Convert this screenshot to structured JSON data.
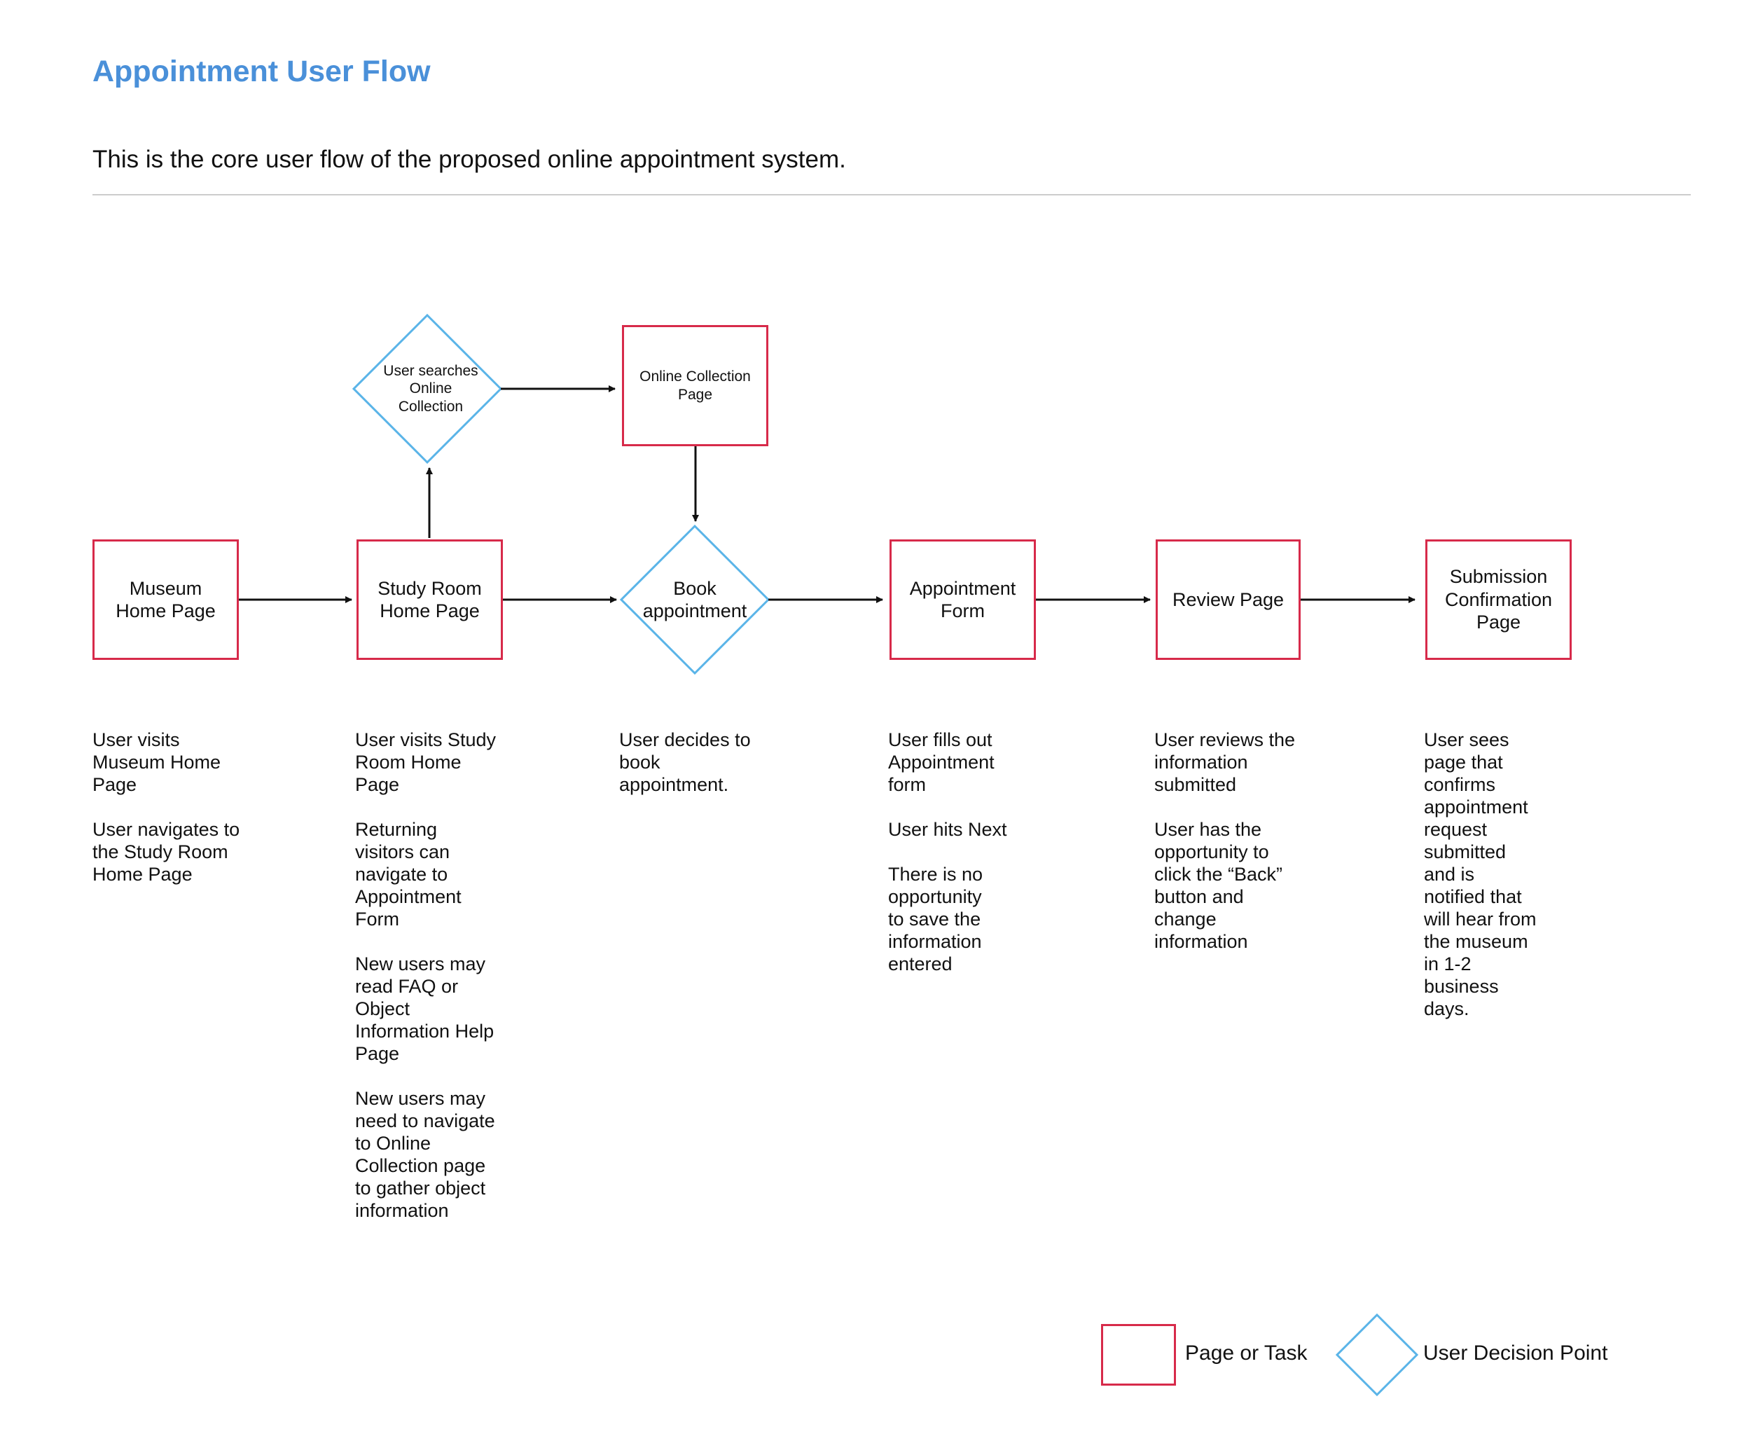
{
  "page": {
    "title": "Appointment User Flow",
    "subtitle": "This is the core user flow of the proposed online appointment system."
  },
  "colors": {
    "title": "#4a90d9",
    "page_box_border": "#d72a4a",
    "decision_border": "#5ab4e8",
    "arrow": "#111111",
    "rule": "#cccccc"
  },
  "nodes": {
    "museum_home": "Museum\nHome Page",
    "study_room_home": "Study Room\nHome Page",
    "user_searches": "User searches\nOnline\nCollection",
    "online_collection": "Online Collection\nPage",
    "book_appointment": "Book\nappointment",
    "appointment_form": "Appointment\nForm",
    "review_page": "Review  Page",
    "submission_confirmation": "Submission\nConfirmation\nPage"
  },
  "edges": [
    {
      "from": "museum_home",
      "to": "study_room_home"
    },
    {
      "from": "study_room_home",
      "to": "user_searches"
    },
    {
      "from": "user_searches",
      "to": "online_collection"
    },
    {
      "from": "online_collection",
      "to": "book_appointment"
    },
    {
      "from": "study_room_home",
      "to": "book_appointment"
    },
    {
      "from": "book_appointment",
      "to": "appointment_form"
    },
    {
      "from": "appointment_form",
      "to": "review_page"
    },
    {
      "from": "review_page",
      "to": "submission_confirmation"
    }
  ],
  "descriptions": {
    "museum_home": [
      "User visits\nMuseum Home\nPage",
      "User navigates to\nthe Study Room\nHome Page"
    ],
    "study_room_home": [
      "User visits Study\nRoom Home\nPage",
      "Returning\nvisitors can\nnavigate to\nAppointment\nForm",
      "New users may\nread FAQ or\nObject\nInformation Help\nPage",
      "New users may\nneed to navigate\nto Online\nCollection page\nto gather object\ninformation"
    ],
    "book_appointment": [
      "User decides to\nbook\nappointment."
    ],
    "appointment_form": [
      "User fills out\nAppointment\nform",
      "User hits Next",
      "There is no\nopportunity\nto save the\ninformation\nentered"
    ],
    "review_page": [
      "User reviews the\ninformation\nsubmitted",
      "User has the\nopportunity to\nclick the “Back”\nbutton and\nchange\ninformation"
    ],
    "submission_confirmation": [
      "User sees\npage that\nconfirms\nappointment\nrequest\nsubmitted\nand is\nnotified that\nwill hear from\nthe museum\nin 1-2\nbusiness\ndays."
    ]
  },
  "legend": {
    "page_or_task": "Page or Task",
    "user_decision_point": "User Decision Point"
  }
}
